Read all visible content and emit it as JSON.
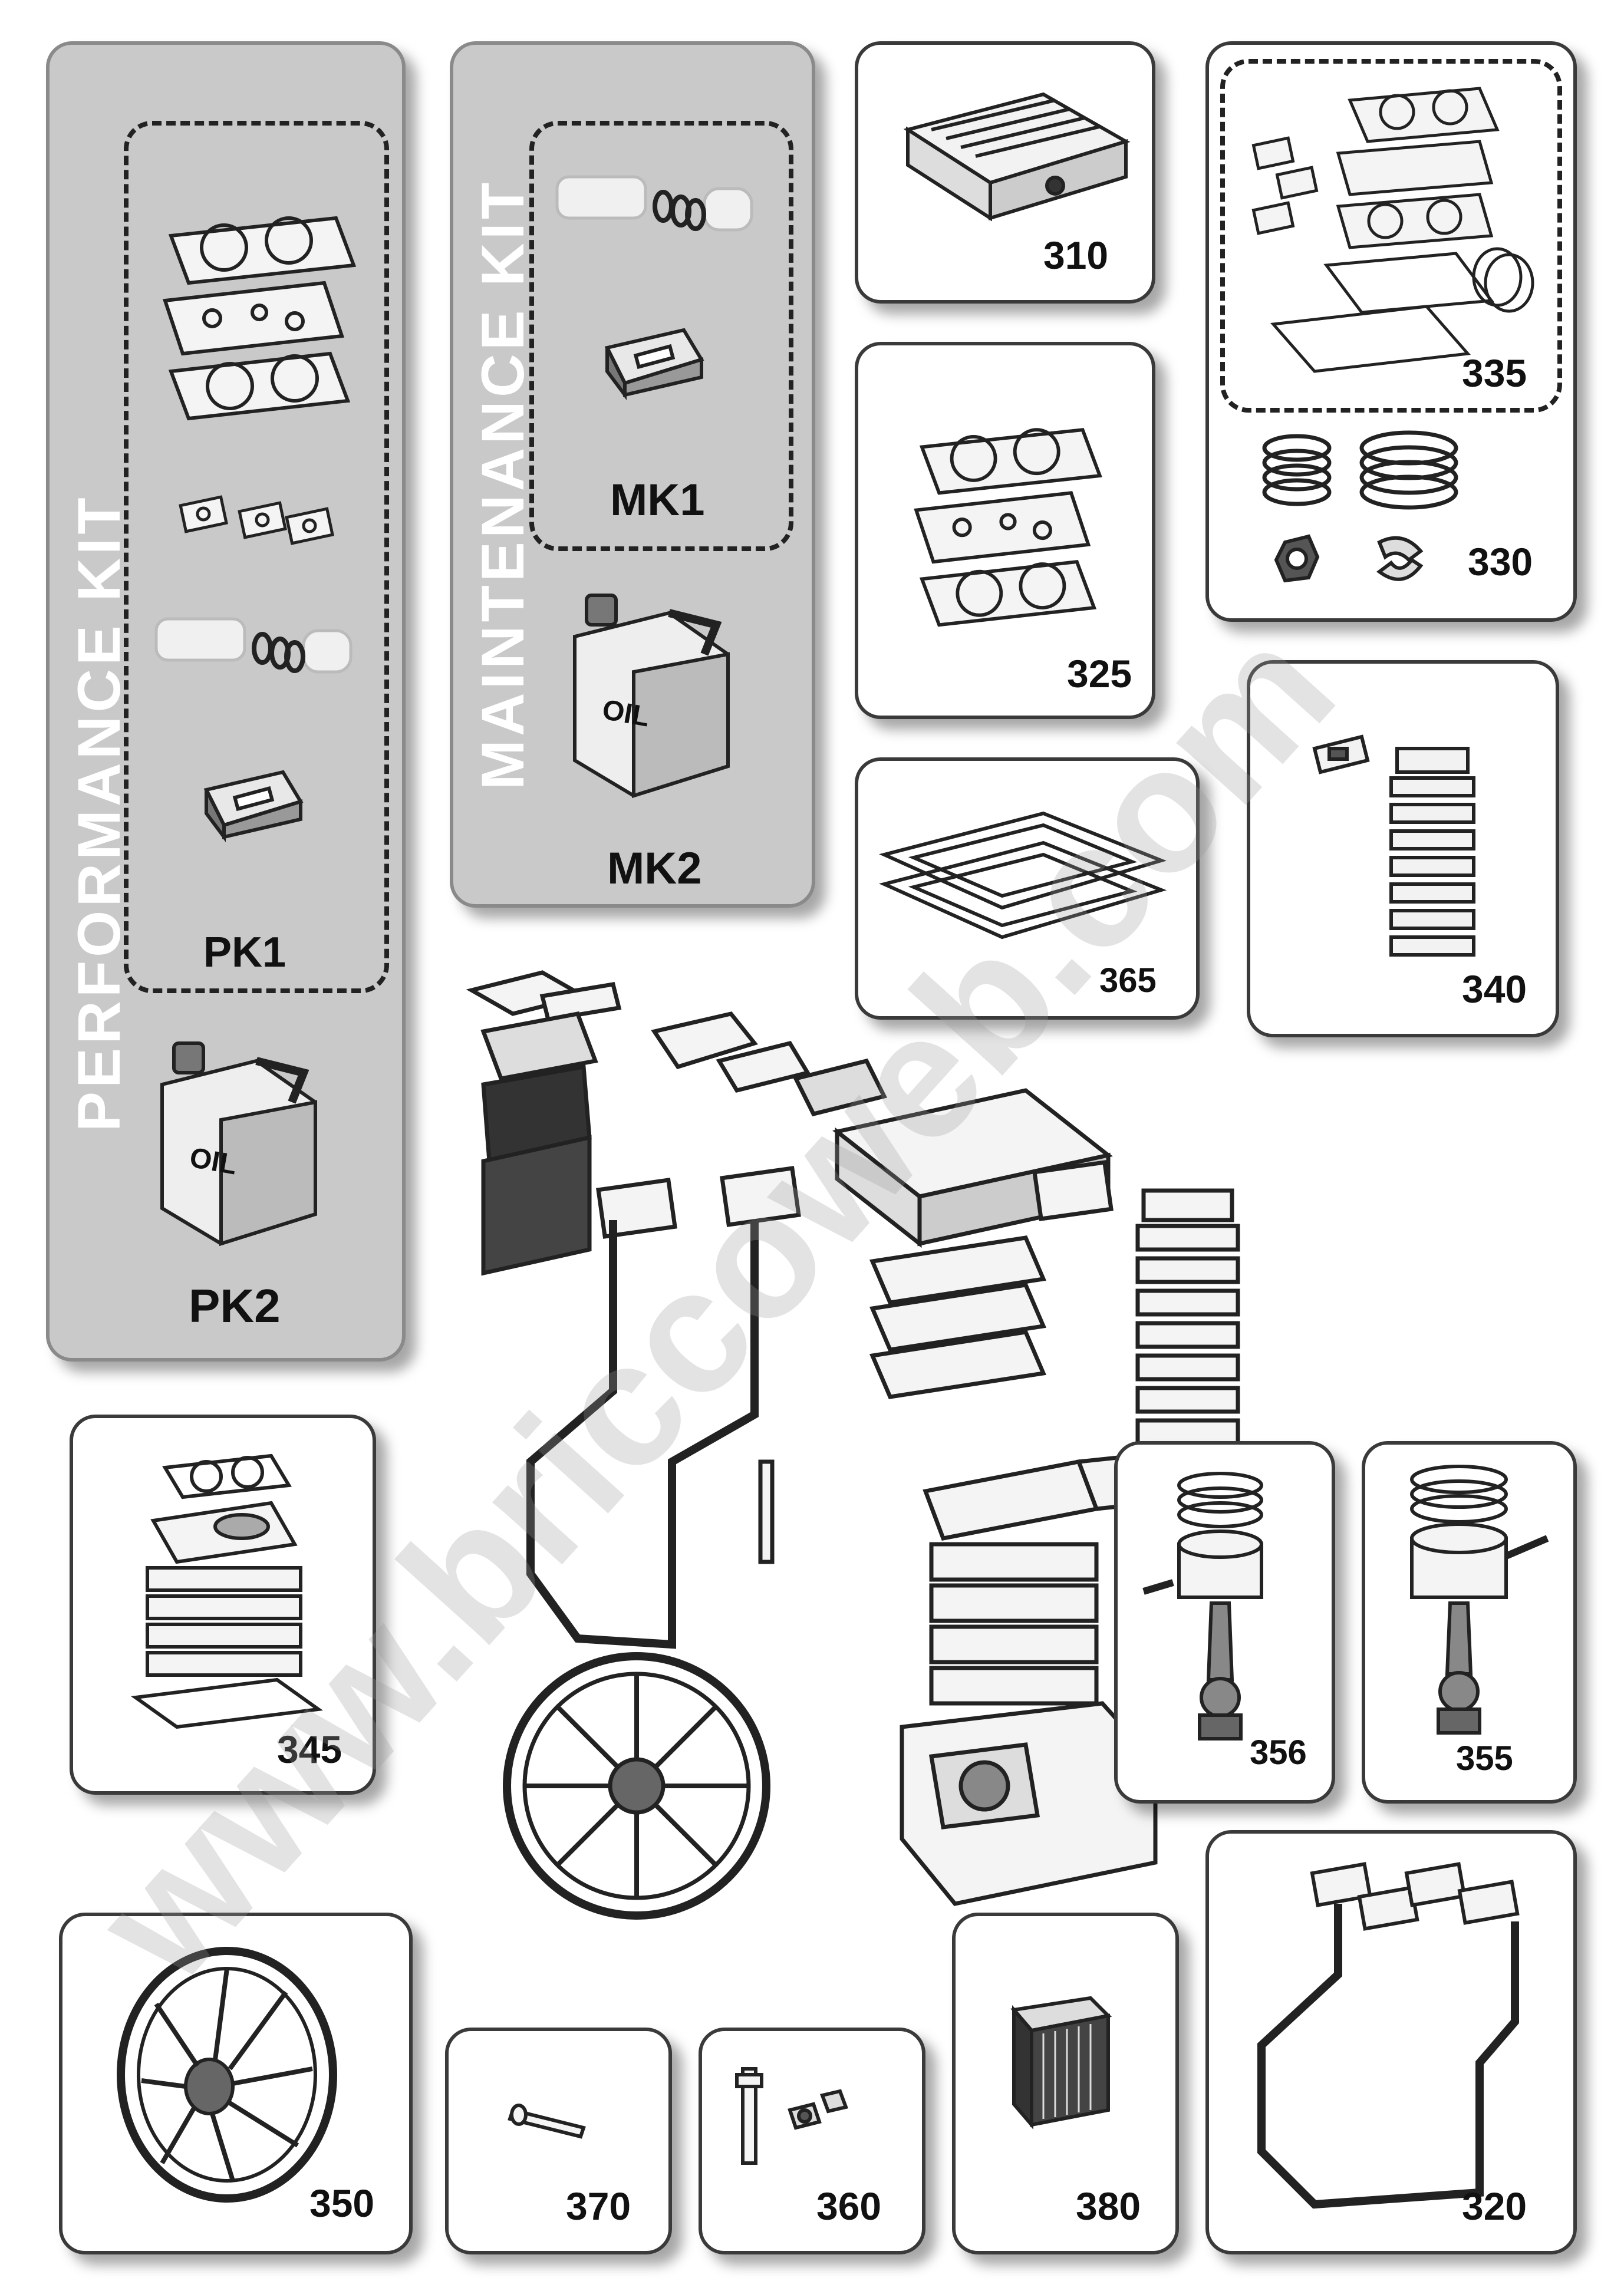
{
  "kits": {
    "performance": {
      "title": "PERFORMANCE  KIT",
      "pk1_label": "PK1",
      "pk2_label": "PK2",
      "oil_label": "OIL"
    },
    "maintenance": {
      "title": "MAINTENANCE  KIT",
      "mk1_label": "MK1",
      "mk2_label": "MK2",
      "oil_label": "OIL"
    }
  },
  "parts": {
    "p310": "310",
    "p325": "325",
    "p335": "335",
    "p330": "330",
    "p365": "365",
    "p340": "340",
    "p345": "345",
    "p356": "356",
    "p355": "355",
    "p350": "350",
    "p370": "370",
    "p360": "360",
    "p380": "380",
    "p320": "320"
  },
  "watermark": "www.briccoweb.com",
  "colors": {
    "panel_grey": "#c9c9c9",
    "panel_border": "#3a3a3a",
    "line": "#222222",
    "kit_title": "#ffffff"
  }
}
